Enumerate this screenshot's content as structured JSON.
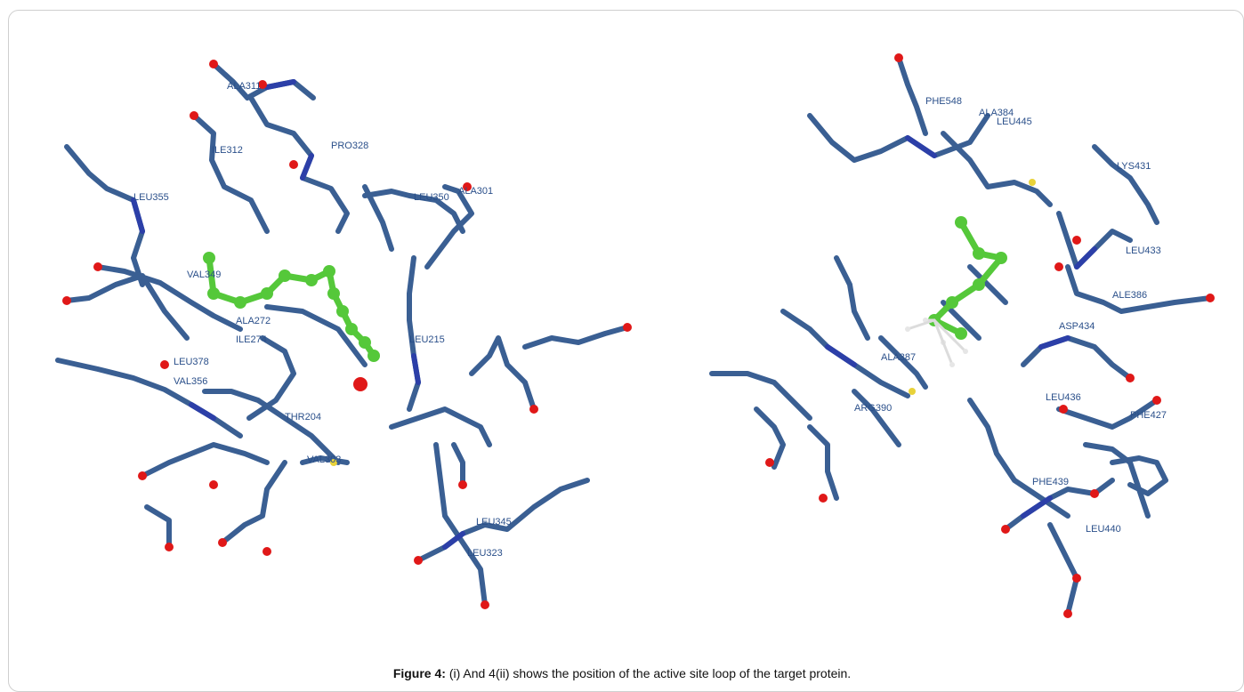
{
  "figure": {
    "caption_label": "Figure 4:",
    "caption_text": " (i) And 4(ii) shows the position of the active site loop of the target protein.",
    "colors": {
      "backbone": "#3a5f93",
      "nitrogen": "#2c3fa8",
      "oxygen": "#e01818",
      "sulfur": "#e8d23a",
      "ligand": "#55c83a",
      "label": "#2a4f8a"
    },
    "left_labels": [
      "LEU355",
      "ALA311",
      "ILE312",
      "PRO328",
      "LEU350",
      "ALA301",
      "VAL349",
      "LEU215",
      "ALA272",
      "ILE274",
      "LEU378",
      "VAL356",
      "THR204",
      "VAL303",
      "LEU345",
      "LEU323"
    ],
    "right_labels": [
      "PHE548",
      "ALA384",
      "LEU445",
      "LYS431",
      "LEU433",
      "ALE386",
      "ASP434",
      "LEU436",
      "PHE427",
      "PHE439",
      "LEU440",
      "ARG390",
      "ALA387"
    ]
  }
}
